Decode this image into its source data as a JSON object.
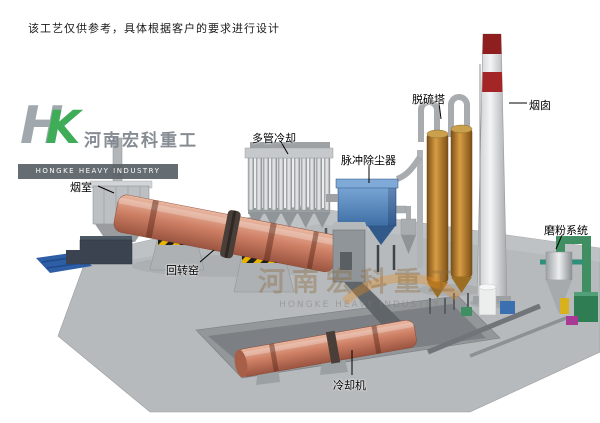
{
  "page": {
    "disclaimer": "该工艺仅供参考，具体根据客户的要求进行设计"
  },
  "logo": {
    "monogram_h": "H",
    "monogram_k": "K",
    "company_cn": "河南宏科重工",
    "company_en": "HONGKE HEAVY INDUSTRY"
  },
  "watermark": {
    "company_cn": "河南宏科重工",
    "company_en": "HONGKE HEAVY INDUSTRY"
  },
  "labels": {
    "smoke_chamber": "烟室",
    "multi_tube_cooler": "多管冷却",
    "pulse_dust_collector": "脉冲除尘器",
    "desulfurization_tower": "脱硫塔",
    "chimney": "烟囱",
    "grinding_system": "磨粉系统",
    "rotary_kiln": "回转窑",
    "cooler": "冷却机"
  },
  "colors": {
    "kiln_body": "#cf8166",
    "dust_collector_blue": "#4f7fb5",
    "tower_orange": "#d89c44",
    "chimney_band_red": "#962222",
    "hazard_yellow": "#e9b400",
    "logo_green": "#2fa54a"
  }
}
